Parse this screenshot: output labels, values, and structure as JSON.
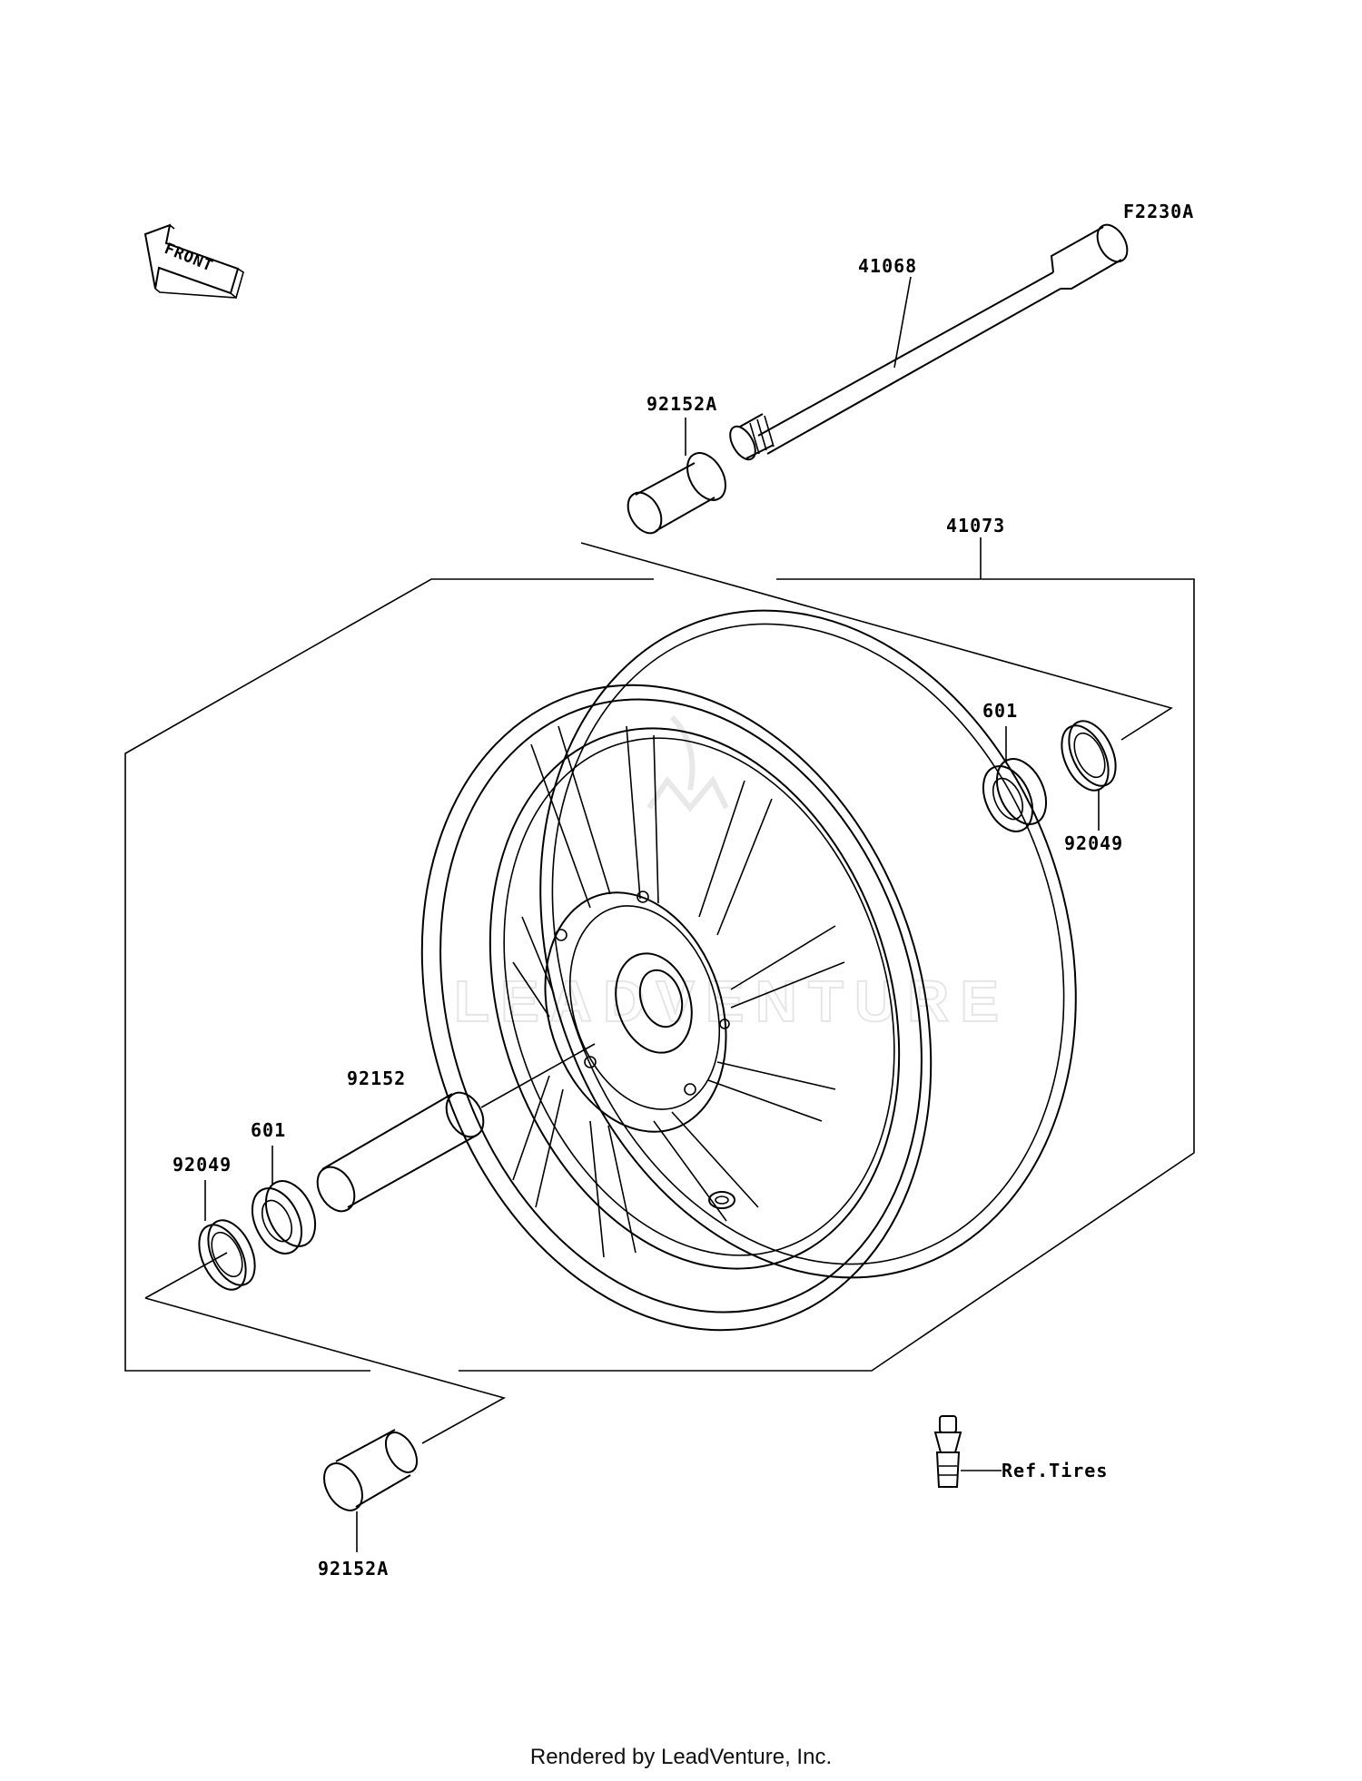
{
  "diagram": {
    "code": "F2230A",
    "front_label": "FRONT",
    "watermark": "LEADVENTURE",
    "parts": {
      "axle": "41068",
      "collar_top": "92152A",
      "wheel": "41073",
      "bearing_right": "601",
      "seal_right": "92049",
      "collar_center": "92152",
      "bearing_left": "601",
      "seal_left": "92049",
      "collar_bottom": "92152A",
      "valve": "Ref.Tires"
    }
  },
  "footer": "Rendered by LeadVenture, Inc."
}
